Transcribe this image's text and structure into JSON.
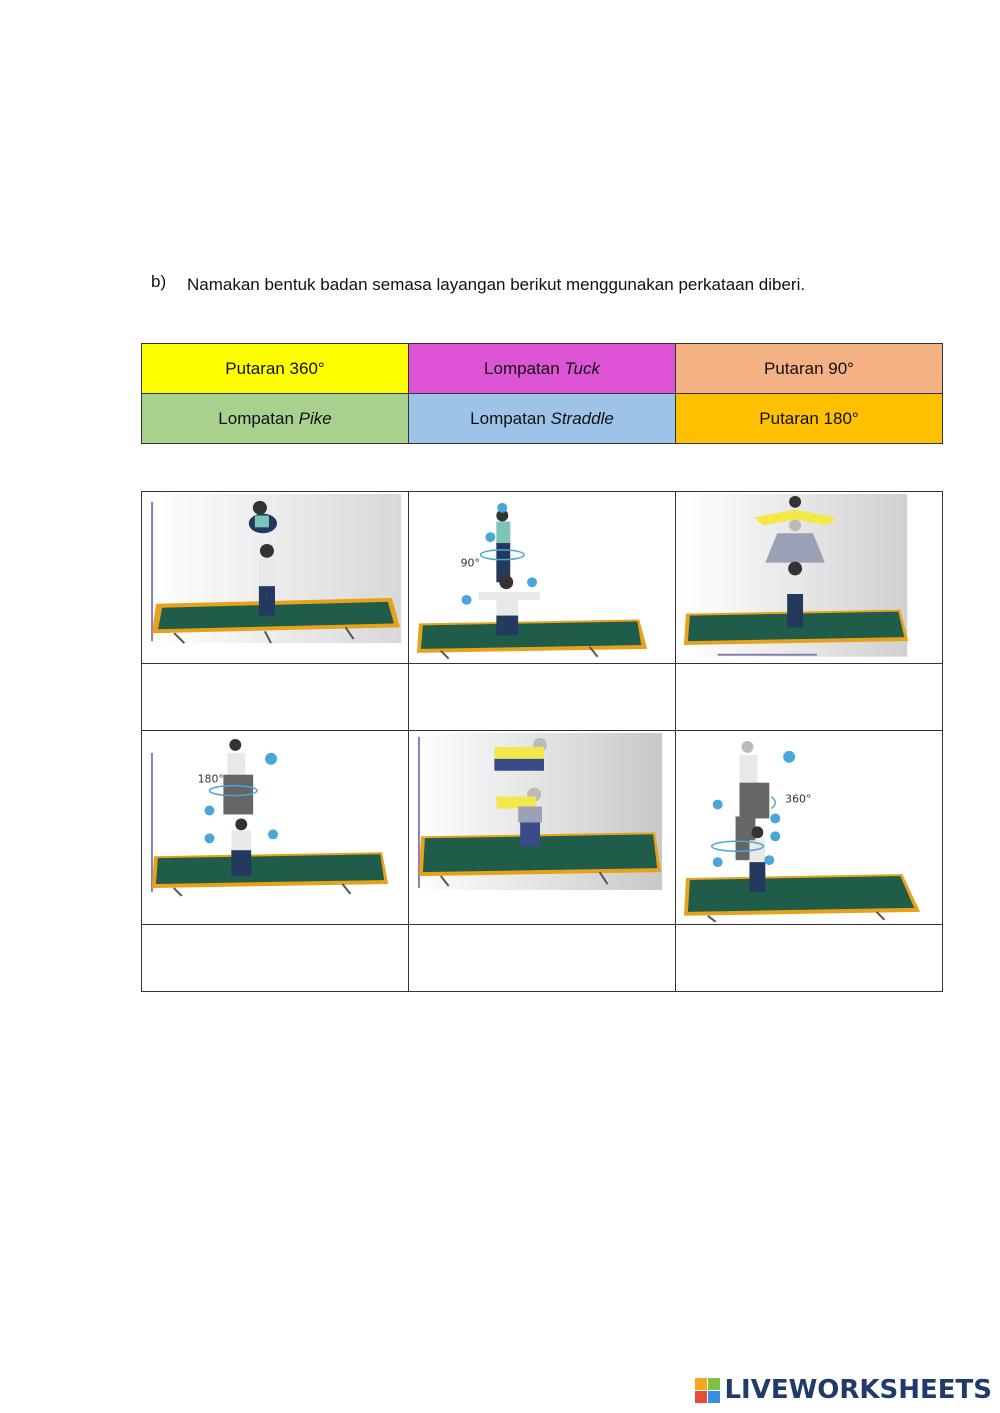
{
  "question": {
    "label": "b)",
    "text": "Namakan bentuk badan semasa layangan berikut menggunakan perkataan diberi."
  },
  "word_bank": [
    {
      "prefix": "Putaran 360°",
      "italic": "",
      "color": "#ffff00"
    },
    {
      "prefix": "Lompatan ",
      "italic": "Tuck",
      "color": "#dd55d6"
    },
    {
      "prefix": "Putaran 90°",
      "italic": "",
      "color": "#f4b183"
    },
    {
      "prefix": "Lompatan ",
      "italic": "Pike",
      "color": "#a9d18e"
    },
    {
      "prefix": "Lompatan ",
      "italic": "Straddle",
      "color": "#9dc3e6"
    },
    {
      "prefix": "Putaran 180°",
      "italic": "",
      "color": "#ffc000"
    }
  ],
  "figures": {
    "fig2_angle": "90°",
    "fig4_angle": "180°",
    "fig6_angle": "360°"
  },
  "footer": {
    "brand": "LIVEWORKSHEETS"
  }
}
